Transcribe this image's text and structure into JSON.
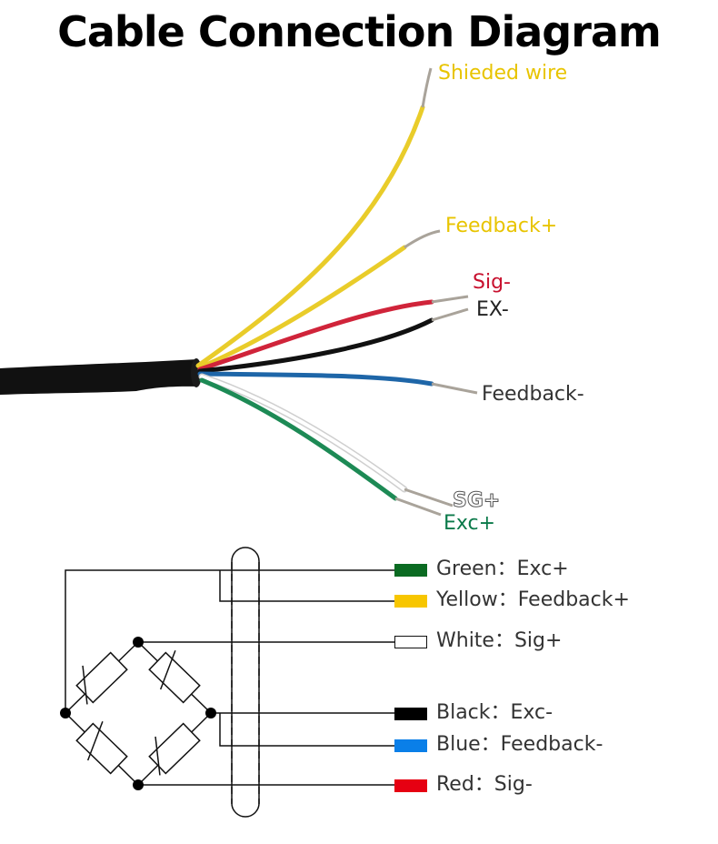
{
  "title": "Cable Connection Diagram",
  "wire_labels": {
    "shielded": "Shieded wire",
    "feedback_plus": "Feedback+",
    "sig_minus": "Sig-",
    "ex_minus": "EX-",
    "feedback_minus": "Feedback-",
    "sg_plus": "SG+",
    "exc_plus": "Exc+"
  },
  "legend": [
    {
      "id": "green",
      "label": "Green：Exc+",
      "color": "#0b6b22"
    },
    {
      "id": "yellow",
      "label": "Yellow：Feedback+",
      "color": "#f7c600"
    },
    {
      "id": "white",
      "label": "White：Sig+",
      "color": "#ffffff"
    },
    {
      "id": "black",
      "label": "Black：Exc-",
      "color": "#000000"
    },
    {
      "id": "blue",
      "label": "Blue：Feedback-",
      "color": "#0a7fe8"
    },
    {
      "id": "red",
      "label": "Red：Sig-",
      "color": "#e60012"
    }
  ],
  "colors": {
    "label_yellow": "#e8c400",
    "label_red": "#c8102e",
    "label_dark": "#222222",
    "label_green": "#0b7a4a",
    "cable_black": "#111111",
    "wire_yellow": "#e9cc2a",
    "wire_red": "#d0243a",
    "wire_blue": "#1e66a8",
    "wire_green": "#1d8a55",
    "copper": "#a9a39a"
  }
}
